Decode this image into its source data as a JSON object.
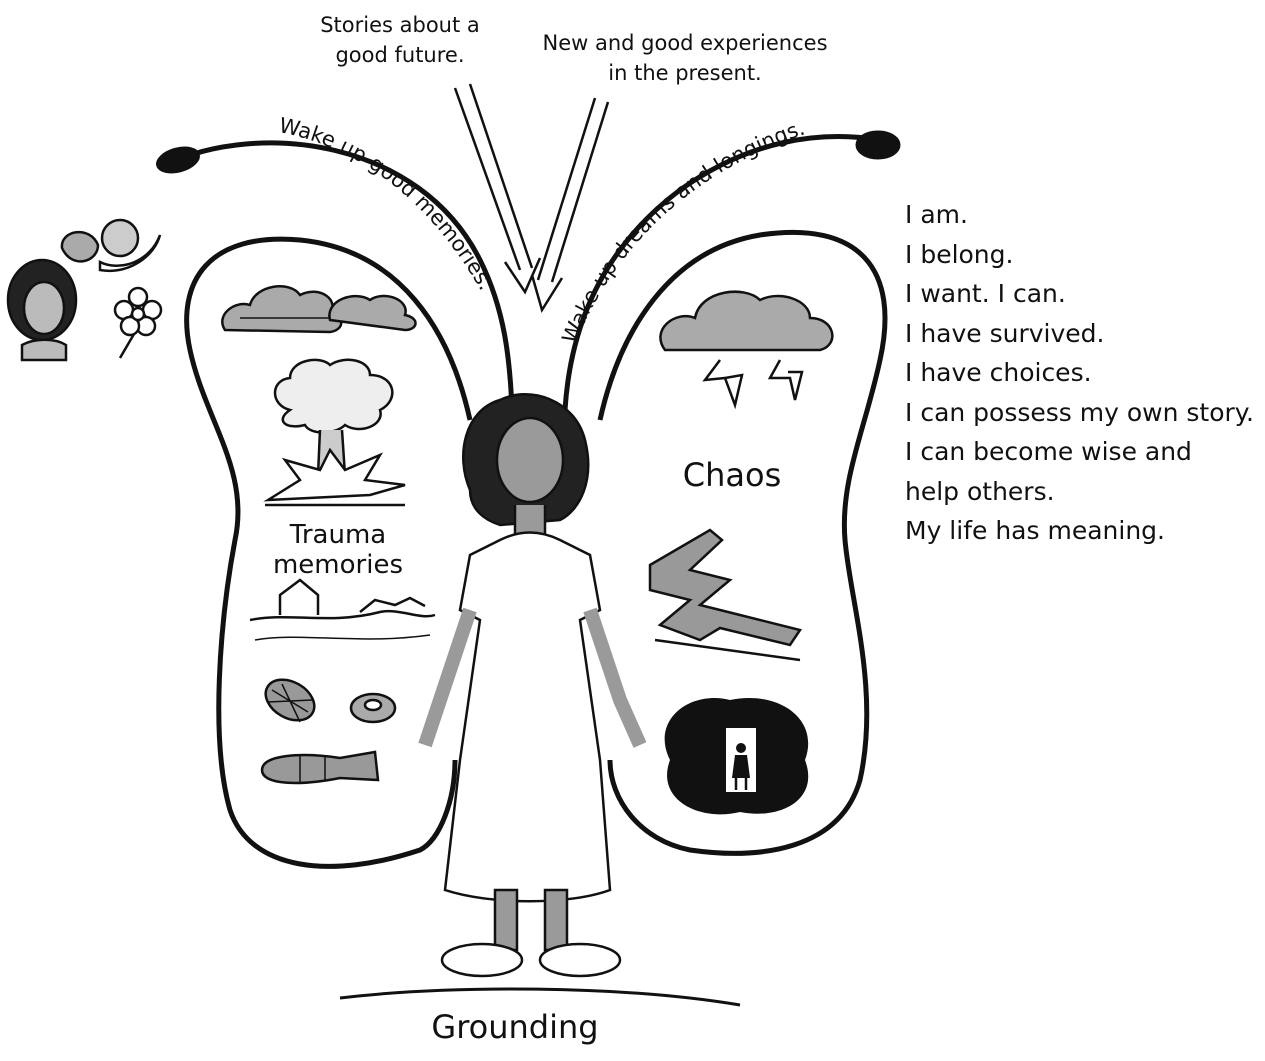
{
  "top_notes": {
    "left": [
      "Stories about a",
      "good future."
    ],
    "right": [
      "New and good experiences",
      "in the present."
    ]
  },
  "antennae": {
    "left_text": "Wake up good memories.",
    "right_text": "Wake up dreams and longings."
  },
  "wings": {
    "left_label": [
      "Trauma",
      "memories"
    ],
    "right_label": "Chaos"
  },
  "affirmations": [
    "I am.",
    "I belong.",
    "I want. I can.",
    "I have survived.",
    "I have choices.",
    "I can possess my own story.",
    "I can become wise and",
    "help others.",
    "My life has meaning."
  ],
  "ground_label": "Grounding",
  "icons": [
    "fruit-icon",
    "woman-portrait-icon",
    "flower-icon",
    "storm-cloud-icon",
    "explosion-icon",
    "ruined-house-icon",
    "grenade-icon",
    "landmine-icon",
    "bomb-icon",
    "lightning-cloud-icon",
    "earthquake-crack-icon",
    "doorway-figure-icon",
    "girl-figure"
  ],
  "colors": {
    "ink": "#111111",
    "skin": "#9a9a9a",
    "paper": "#ffffff"
  }
}
